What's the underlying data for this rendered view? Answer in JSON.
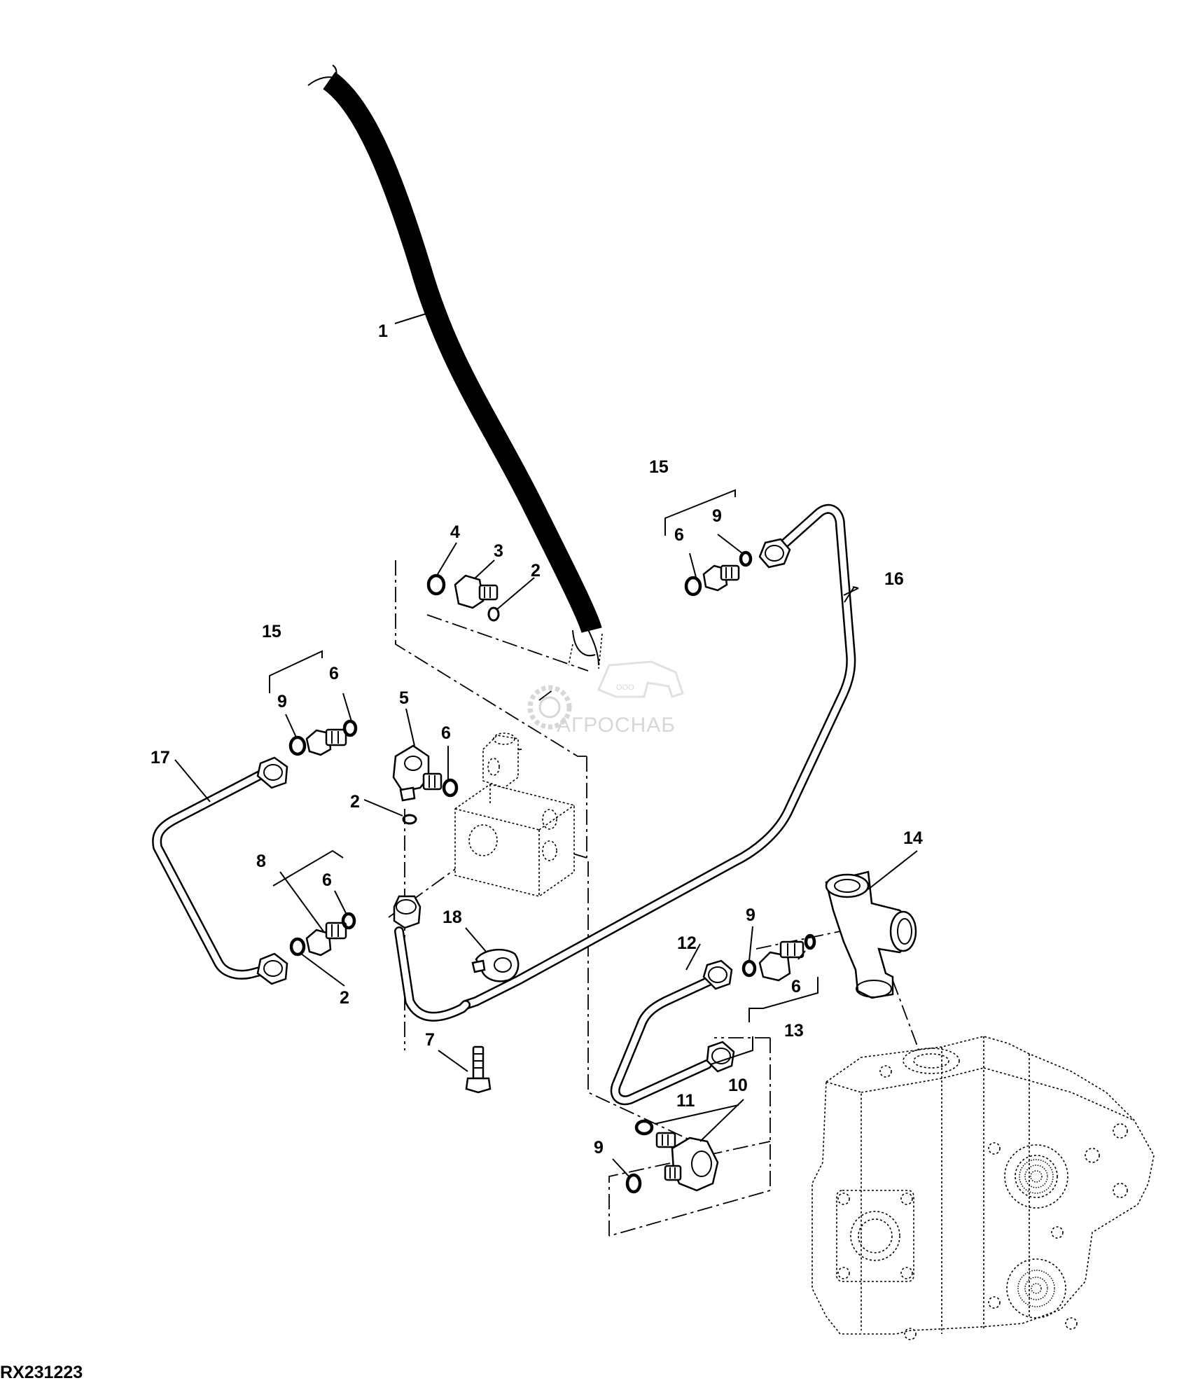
{
  "figure_id": "RX231223",
  "watermark": {
    "text": "АГРОСНАБ",
    "sub": "ООО"
  },
  "callouts": [
    {
      "id": "c1",
      "label": "1"
    },
    {
      "id": "c2a",
      "label": "2"
    },
    {
      "id": "c2b",
      "label": "2"
    },
    {
      "id": "c2c",
      "label": "2"
    },
    {
      "id": "c3",
      "label": "3"
    },
    {
      "id": "c4",
      "label": "4"
    },
    {
      "id": "c5",
      "label": "5"
    },
    {
      "id": "c6a",
      "label": "6"
    },
    {
      "id": "c6b",
      "label": "6"
    },
    {
      "id": "c6c",
      "label": "6"
    },
    {
      "id": "c6d",
      "label": "6"
    },
    {
      "id": "c6e",
      "label": "6"
    },
    {
      "id": "c7",
      "label": "7"
    },
    {
      "id": "c8",
      "label": "8"
    },
    {
      "id": "c9a",
      "label": "9"
    },
    {
      "id": "c9b",
      "label": "9"
    },
    {
      "id": "c9c",
      "label": "9"
    },
    {
      "id": "c9d",
      "label": "9"
    },
    {
      "id": "c10",
      "label": "10"
    },
    {
      "id": "c11",
      "label": "11"
    },
    {
      "id": "c12",
      "label": "12"
    },
    {
      "id": "c13",
      "label": "13"
    },
    {
      "id": "c14",
      "label": "14"
    },
    {
      "id": "c15a",
      "label": "15"
    },
    {
      "id": "c15b",
      "label": "15"
    },
    {
      "id": "c16",
      "label": "16"
    },
    {
      "id": "c17",
      "label": "17"
    },
    {
      "id": "c18",
      "label": "18"
    }
  ]
}
